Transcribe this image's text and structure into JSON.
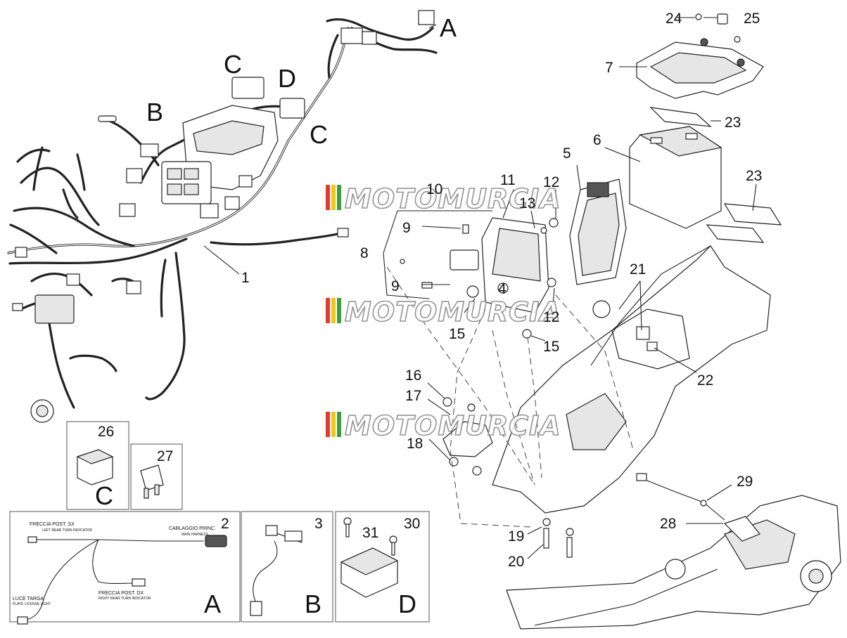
{
  "watermark": {
    "text": "MOTOMURCIA",
    "stripe_colors": [
      "#e23a2b",
      "#f0c419",
      "#3f9d3a"
    ]
  },
  "callouts": [
    {
      "id": "c1",
      "text": "1"
    },
    {
      "id": "c2",
      "text": "2"
    },
    {
      "id": "c3",
      "text": "3"
    },
    {
      "id": "c4",
      "text": "4"
    },
    {
      "id": "c5",
      "text": "5"
    },
    {
      "id": "c6",
      "text": "6"
    },
    {
      "id": "c7",
      "text": "7"
    },
    {
      "id": "c8",
      "text": "8"
    },
    {
      "id": "c9a",
      "text": "9"
    },
    {
      "id": "c9b",
      "text": "9"
    },
    {
      "id": "c10",
      "text": "10"
    },
    {
      "id": "c11",
      "text": "11"
    },
    {
      "id": "c12a",
      "text": "12"
    },
    {
      "id": "c12b",
      "text": "12"
    },
    {
      "id": "c13",
      "text": "13"
    },
    {
      "id": "c15a",
      "text": "15"
    },
    {
      "id": "c15b",
      "text": "15"
    },
    {
      "id": "c16",
      "text": "16"
    },
    {
      "id": "c17",
      "text": "17"
    },
    {
      "id": "c18",
      "text": "18"
    },
    {
      "id": "c19",
      "text": "19"
    },
    {
      "id": "c20",
      "text": "20"
    },
    {
      "id": "c21",
      "text": "21"
    },
    {
      "id": "c22",
      "text": "22"
    },
    {
      "id": "c23a",
      "text": "23"
    },
    {
      "id": "c23b",
      "text": "23"
    },
    {
      "id": "c24",
      "text": "24"
    },
    {
      "id": "c25",
      "text": "25"
    },
    {
      "id": "c26",
      "text": "26"
    },
    {
      "id": "c27",
      "text": "27"
    },
    {
      "id": "c28",
      "text": "28"
    },
    {
      "id": "c29",
      "text": "29"
    },
    {
      "id": "c30",
      "text": "30"
    },
    {
      "id": "c31",
      "text": "31"
    }
  ],
  "connector_letters": {
    "a_top": "A",
    "b_top": "B",
    "c_top1": "C",
    "c_top2": "C",
    "d_top": "D"
  },
  "inset_boxes": {
    "relay": {
      "number": "26",
      "letter": "C"
    },
    "fuse": {
      "number": "27"
    },
    "harness_a": {
      "number": "2",
      "letter": "A",
      "label_freccia_sx": "FRECCIA POST. SX",
      "label_freccia_sx_sub": "LEFT REAR TURN INDICATOR",
      "label_cablaggio": "CABLAGGIO PRINC.",
      "label_cablaggio_sub": "MAIN HARNESS",
      "label_freccia_dx": "FRECCIA POST. DX",
      "label_freccia_dx_sub": "RIGHT REAR TURN INDICATOR",
      "label_luce": "LUCE TARGA",
      "label_luce_sub": "PLATE LICENSE LIGHT"
    },
    "harness_b": {
      "number": "3",
      "letter": "B"
    },
    "module_d": {
      "number_30": "30",
      "number_31": "31",
      "letter": "D"
    }
  }
}
